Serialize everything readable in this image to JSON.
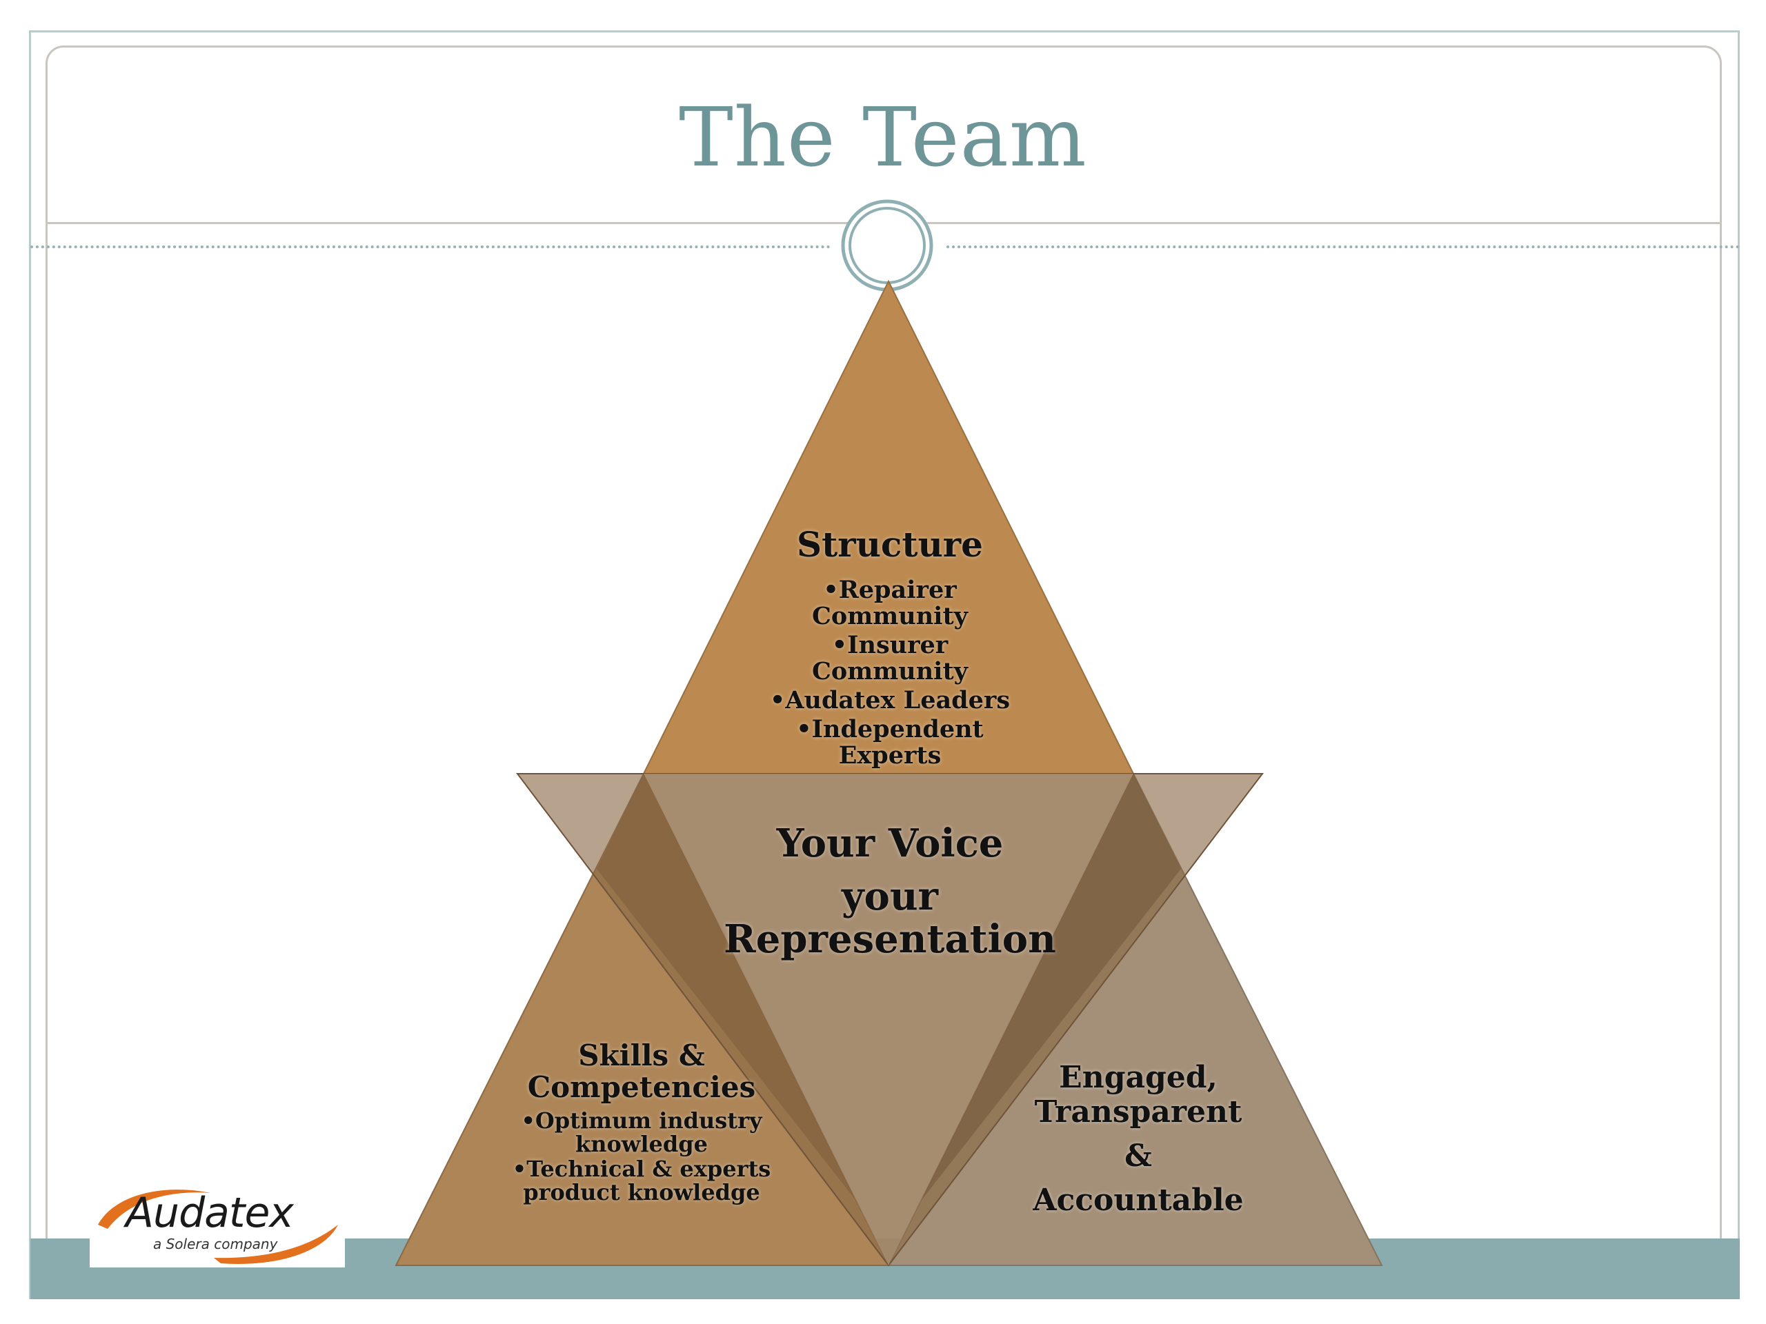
{
  "slide": {
    "title": "The Team"
  },
  "diagram": {
    "top": {
      "heading": "Structure",
      "bullets": [
        "•Repairer Community",
        "•Insurer Community",
        "•Audatex Leaders",
        "•Independent Experts"
      ]
    },
    "center": {
      "line1": "Your Voice",
      "line2": "your",
      "line3": "Representation"
    },
    "left": {
      "heading": "Skills & Competencies",
      "bullets": [
        "•Optimum industry knowledge",
        "•Technical & experts product knowledge"
      ]
    },
    "right": {
      "line1": "Engaged,",
      "line2": "Transparent",
      "line3": "&",
      "line4": "Accountable"
    },
    "colors": {
      "top_triangle": "#bc8a50",
      "left_triangle": "#ad8557",
      "right_triangle": "#a49078",
      "inverted_triangle": "#8b6a47",
      "title": "#6e9597",
      "band": "#8aacaf"
    }
  },
  "logo": {
    "name": "Audatex",
    "tagline": "a Solera company",
    "accent": "#e2701c"
  }
}
